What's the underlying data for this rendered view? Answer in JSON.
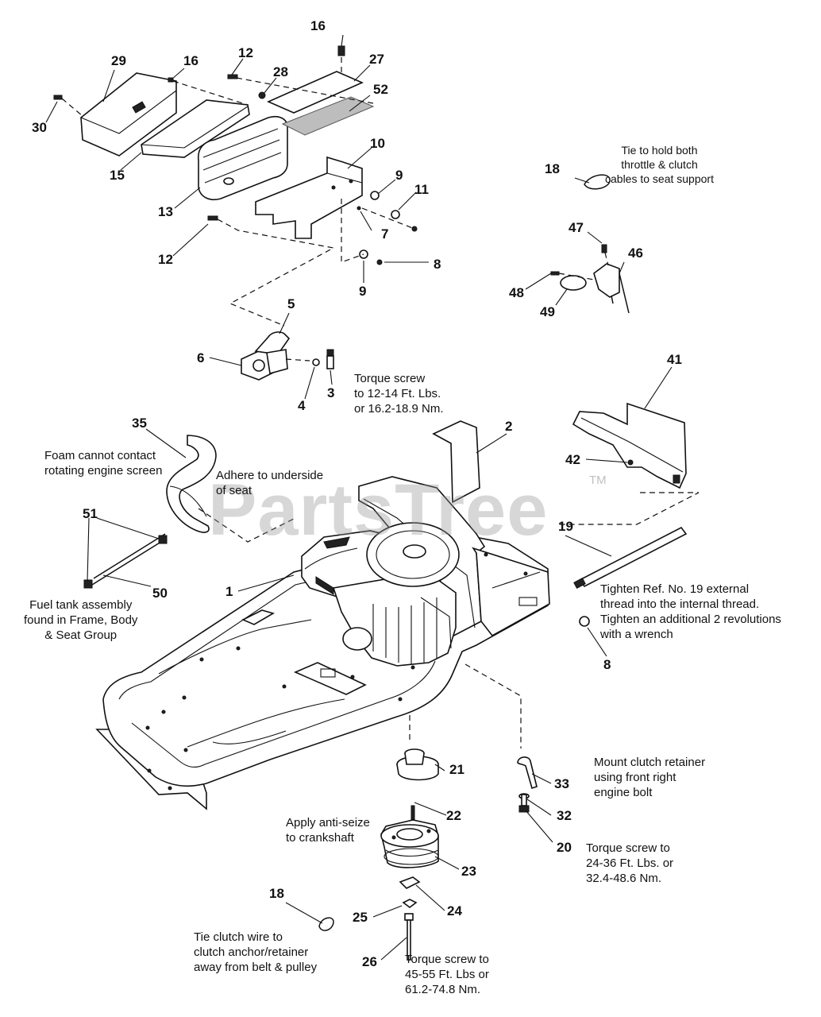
{
  "diagram": {
    "watermark": "PartsTree",
    "trademark": "TM",
    "callouts": [
      "16",
      "12",
      "28",
      "27",
      "29",
      "16",
      "30",
      "52",
      "15",
      "10",
      "13",
      "9",
      "11",
      "12",
      "7",
      "8",
      "9",
      "18",
      "47",
      "46",
      "48",
      "49",
      "5",
      "6",
      "4",
      "3",
      "41",
      "2",
      "35",
      "42",
      "19",
      "51",
      "50",
      "1",
      "8",
      "21",
      "33",
      "22",
      "32",
      "20",
      "23",
      "24",
      "25",
      "18",
      "26"
    ],
    "notes": {
      "tie_cables": "Tie to hold both\nthrottle & clutch\ncables to seat support",
      "torque_3": "Torque screw\nto 12-14 Ft. Lbs.\nor 16.2-18.9 Nm.",
      "foam": "Foam cannot contact\nrotating engine screen",
      "adhere": "Adhere to underside\nof seat",
      "fuel_tank": "Fuel tank assembly\nfound in Frame, Body\n& Seat Group",
      "tighten_19": "Tighten Ref. No. 19 external\nthread into the internal thread.\nTighten an additional 2 revolutions\nwith a wrench",
      "mount_clutch": "Mount clutch retainer\nusing front right\nengine bolt",
      "anti_seize": "Apply anti-seize\nto crankshaft",
      "torque_20": "Torque screw to\n24-36 Ft. Lbs. or\n32.4-48.6 Nm.",
      "tie_clutch": "Tie clutch wire to\nclutch anchor/retainer\naway from belt & pulley",
      "torque_26": "Torque screw to\n45-55 Ft. Lbs or\n61.2-74.8 Nm."
    }
  }
}
